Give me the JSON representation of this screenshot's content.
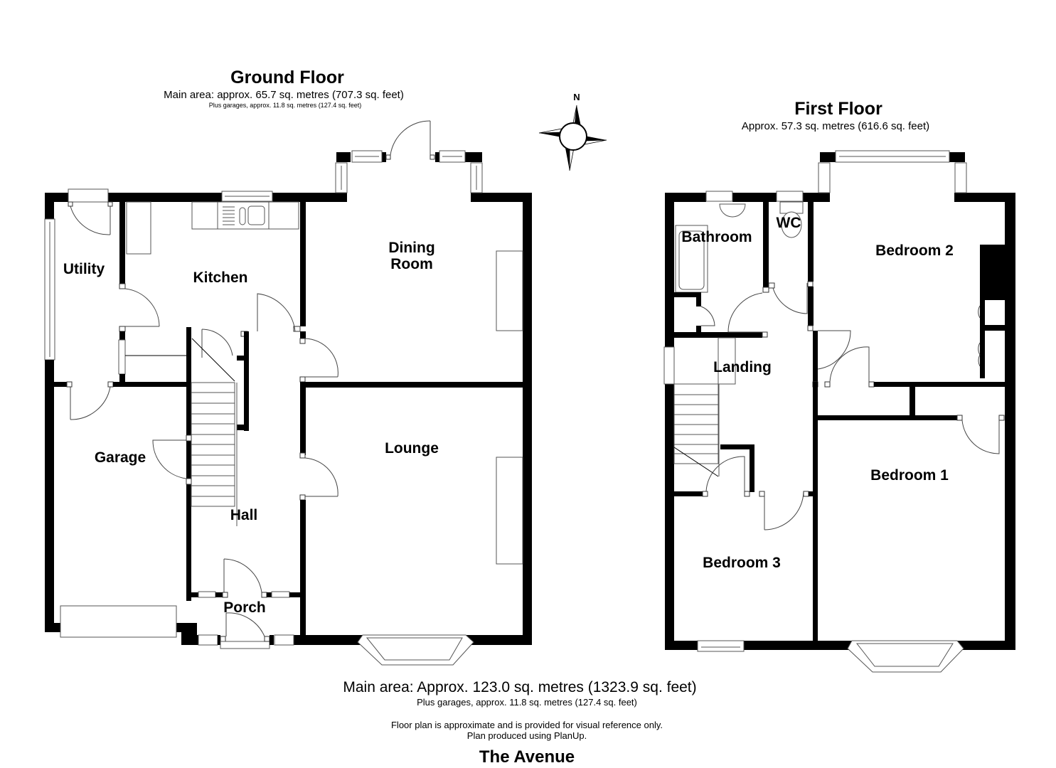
{
  "ground_floor": {
    "title": "Ground Floor",
    "main_area": "Main area: approx. 65.7 sq. metres (707.3 sq. feet)",
    "garage_area": "Plus garages, approx. 11.8 sq. metres (127.4 sq. feet)",
    "rooms": {
      "utility": "Utility",
      "kitchen": "Kitchen",
      "dining_line1": "Dining",
      "dining_line2": "Room",
      "garage": "Garage",
      "hall": "Hall",
      "lounge": "Lounge",
      "porch": "Porch"
    }
  },
  "first_floor": {
    "title": "First Floor",
    "area": "Approx. 57.3 sq. metres (616.6 sq. feet)",
    "rooms": {
      "bathroom": "Bathroom",
      "wc": "WC",
      "bedroom2": "Bedroom 2",
      "landing": "Landing",
      "bedroom1": "Bedroom 1",
      "bedroom3": "Bedroom 3"
    }
  },
  "compass": {
    "north_label": "N"
  },
  "totals": {
    "main_area": "Main area: Approx. 123.0 sq. metres (1323.9 sq. feet)",
    "garage_area": "Plus garages, approx. 11.8 sq. metres (127.4 sq. feet)"
  },
  "disclaimer": {
    "line1": "Floor plan is approximate and is provided for visual reference only.",
    "line2": "Plan produced using PlanUp."
  },
  "property_name": "The Avenue"
}
